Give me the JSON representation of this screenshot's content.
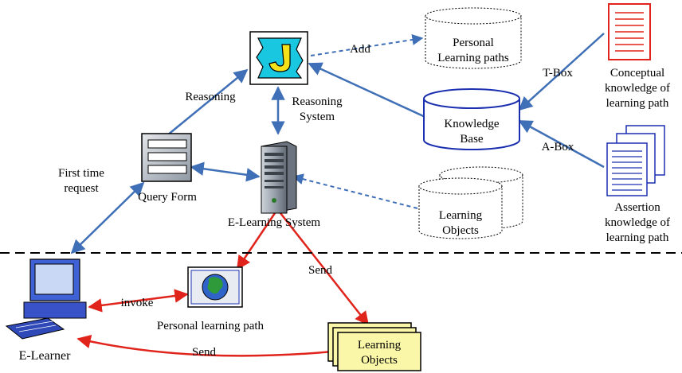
{
  "labels": {
    "add": "Add",
    "reasoning": "Reasoning",
    "reasoning_system_1": "Reasoning",
    "reasoning_system_2": "System",
    "tbox": "T-Box",
    "abox": "A-Box",
    "first_time_1": "First time",
    "first_time_2": "request",
    "query_form": "Query Form",
    "elearning_system": "E-Learning System",
    "invoke": "invoke",
    "personal_learning_path": "Personal learning path",
    "send_top": "Send",
    "send_bottom": "Send",
    "elearner": "E-Learner",
    "plp_1": "Personal",
    "plp_2": "Learning paths",
    "kb_1": "Knowledge",
    "kb_2": "Base",
    "lo_db_1": "Learning",
    "lo_db_2": "Objects",
    "lo_box_1": "Learning",
    "lo_box_2": "Objects",
    "conceptual_1": "Conceptual",
    "conceptual_2": "knowledge of",
    "conceptual_3": "learning path",
    "assertion_1": "Assertion",
    "assertion_2": "knowledge of",
    "assertion_3": "learning path"
  },
  "colors": {
    "blue_arrow": "#3f6fb6",
    "red_arrow": "#e0241b",
    "kb_stroke": "#1a2fb0",
    "doc_red": "#e0241b",
    "doc_blue": "#1a2fb0",
    "lo_box_fill": "#fbf7a8"
  }
}
